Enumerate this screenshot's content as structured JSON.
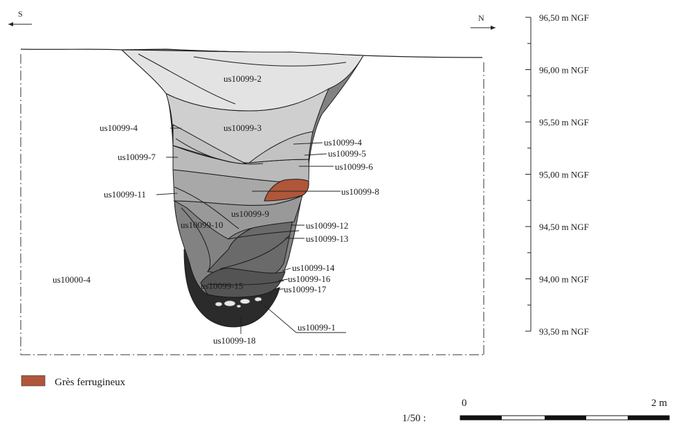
{
  "orientation": {
    "south": "S",
    "north": "N"
  },
  "elevations": [
    "96,50 m NGF",
    "96,00 m NGF",
    "95,50 m NGF",
    "95,00 m NGF",
    "94,50 m NGF",
    "94,00 m NGF",
    "93,50 m NGF"
  ],
  "units": {
    "u2": "us10099-2",
    "u3": "us10099-3",
    "u4_left": "us10099-4",
    "u4_right": "us10099-4",
    "u5": "us10099-5",
    "u6": "us10099-6",
    "u7": "us10099-7",
    "u8": "us10099-8",
    "u9": "us10099-9",
    "u10": "us10099-10",
    "u11": "us10099-11",
    "u12": "us10099-12",
    "u13": "us10099-13",
    "u14": "us10099-14",
    "u15": "us10099-15",
    "u16": "us10099-16",
    "u17": "us10099-17",
    "u18": "us10099-18",
    "u1": "us10099-1",
    "host": "us10000-4"
  },
  "legend": {
    "label": "Grès ferrugineux",
    "color": "#b0563a"
  },
  "scale": {
    "ratio": "1/50 :",
    "start": "0",
    "end": "2 m"
  },
  "colors": {
    "fill_u2": "#e3e3e3",
    "fill_u3": "#cfcfcf",
    "fill_mid": "#b3b3b3",
    "fill_u9": "#999999",
    "fill_u10": "#828282",
    "fill_u13": "#6a6a6a",
    "fill_u15": "#545454",
    "fill_u18": "#2b2b2b"
  }
}
